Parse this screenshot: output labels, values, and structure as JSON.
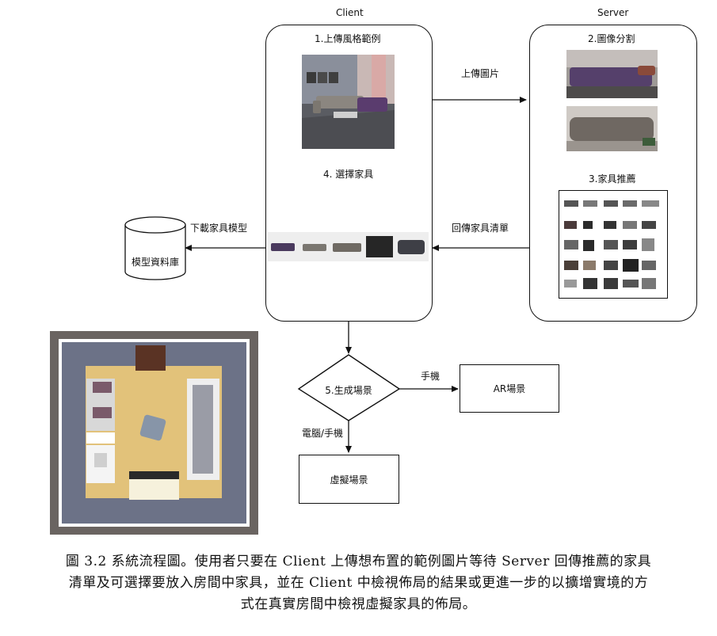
{
  "diagram": {
    "client_title": "Client",
    "server_title": "Server",
    "step1": "1.上傳風格範例",
    "step2": "2.圖像分割",
    "step3": "3.家具推薦",
    "step4": "4. 選擇家具",
    "step5": "5.生成場景",
    "edge_upload": "上傳圖片",
    "edge_return_list": "回傳家具清單",
    "edge_download": "下載家具模型",
    "edge_phone": "手機",
    "edge_pc_phone": "電腦/手機",
    "database": "模型資料庫",
    "ar_scene": "AR場景",
    "virtual_scene": "虛擬場景"
  },
  "caption": {
    "line1": "圖 3.2 系統流程圖。使用者只要在 Client 上傳想布置的範例圖片等待 Server 回傳推薦的家具",
    "line2": "清單及可選擇要放入房間中家具，並在 Client 中檢視佈局的結果或更進一步的以擴增實境的方",
    "line3": "式在真實房間中檢視虛擬家具的佈局。"
  }
}
